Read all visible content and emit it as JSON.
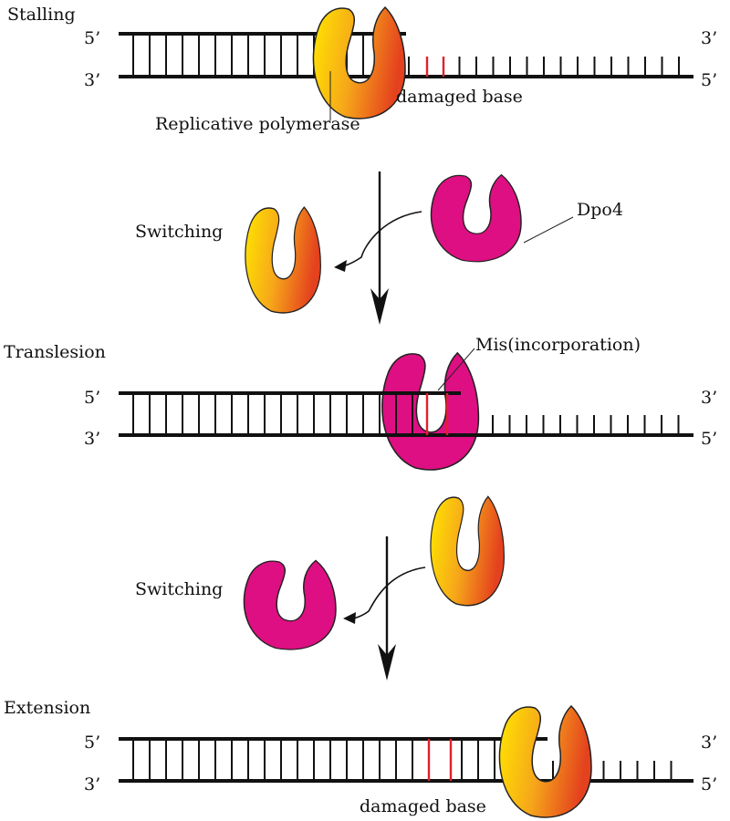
{
  "labels": {
    "stalling": "Stalling",
    "switching_1": "Switching",
    "translesion": "Translesion",
    "switching_2": "Switching",
    "extension": "Extension",
    "replicative_polymerase": "Replicative polymerase",
    "damaged_base_1": "damaged base",
    "damaged_base_2": "damaged base",
    "dpo4": "Dpo4",
    "misincorporation": "Mis(incorporation)",
    "five_prime": "5’",
    "three_prime": "3’"
  },
  "colors": {
    "replicative_polymerase": [
      "#ffe600",
      "#f6a61a",
      "#e4411e"
    ],
    "dpo4": "#de0f82",
    "damaged_base": "#e0202a",
    "strand": "#111111"
  }
}
